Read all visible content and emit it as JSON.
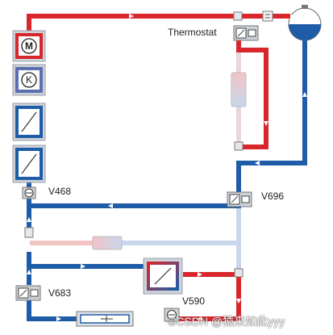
{
  "labels": {
    "thermostat": "Thermostat",
    "v468": "V468",
    "v696": "V696",
    "v683": "V683",
    "v590": "V590"
  },
  "watermark": "©CSDN @猿来如此yyy",
  "component_letters": {
    "motor": "M",
    "compressor": "K"
  },
  "colors": {
    "hot": "#d9262c",
    "cold": "#1f5ca8",
    "hot_faded": "#f3c4c4",
    "cold_faded": "#c9d7ec",
    "panel": "#cdd2d8",
    "panel_border": "#9aa2ab"
  }
}
